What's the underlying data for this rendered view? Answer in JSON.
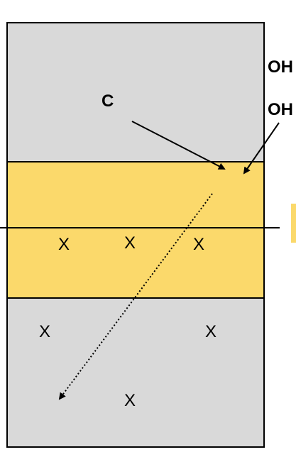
{
  "diagram": {
    "colors": {
      "back_zone": "#d9d9d9",
      "front_zone": "#fbd96b",
      "outline": "#000000",
      "side_marker": "#fbd96b",
      "background": "#ffffff"
    },
    "labels": {
      "setter": "C",
      "outside_hitter_1": "OH",
      "outside_hitter_2": "OH",
      "defenders": [
        "X",
        "X",
        "X",
        "X",
        "X",
        "X"
      ]
    },
    "arrows": [
      {
        "from": "setter",
        "to": "attack-point",
        "style": "solid"
      },
      {
        "from": "outside_hitter_2",
        "to": "attack-point",
        "style": "solid"
      },
      {
        "from": "attack-point",
        "to": "deep-court",
        "style": "dotted"
      }
    ]
  }
}
